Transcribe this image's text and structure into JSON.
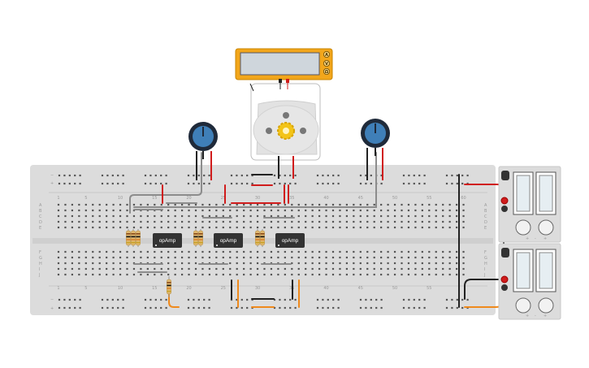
{
  "multimeter": {
    "mode_buttons": [
      "A",
      "V",
      "Ω"
    ],
    "display_value": ""
  },
  "motor": {
    "type": "dc-motor"
  },
  "potentiometers": [
    {
      "name": "potentiometer-left"
    },
    {
      "name": "potentiometer-right"
    }
  ],
  "breadboard": {
    "column_numbers": [
      "1",
      "5",
      "10",
      "15",
      "20",
      "25",
      "30",
      "35",
      "40",
      "45",
      "50",
      "55",
      "60"
    ],
    "bottom_column_numbers": [
      "1",
      "5",
      "10",
      "15",
      "20",
      "25",
      "30",
      "35",
      "40",
      "45",
      "50",
      "55"
    ],
    "row_letters_top": [
      "A",
      "B",
      "C",
      "D",
      "E"
    ],
    "row_letters_bottom": [
      "F",
      "G",
      "H",
      "I",
      "J"
    ],
    "rail_minus": "−",
    "rail_plus": "+"
  },
  "opamps": [
    {
      "label": "opAmp"
    },
    {
      "label": "opAmp"
    },
    {
      "label": "opAmp"
    }
  ],
  "power_supplies": [
    {
      "name": "power-supply-top",
      "terminals": [
        "+",
        "-",
        "+"
      ]
    },
    {
      "name": "power-supply-bottom",
      "terminals": [
        "+",
        "-",
        "+"
      ]
    }
  ],
  "colors": {
    "breadboard": "#dcdcdc",
    "wire_red": "#d01c1c",
    "wire_black": "#222222",
    "wire_orange": "#ef8a1c",
    "wire_gray": "#8c8c8c",
    "multimeter_body": "#f2a61b",
    "pot_knob": "#3f7fb8",
    "opamp_body": "#333333"
  }
}
